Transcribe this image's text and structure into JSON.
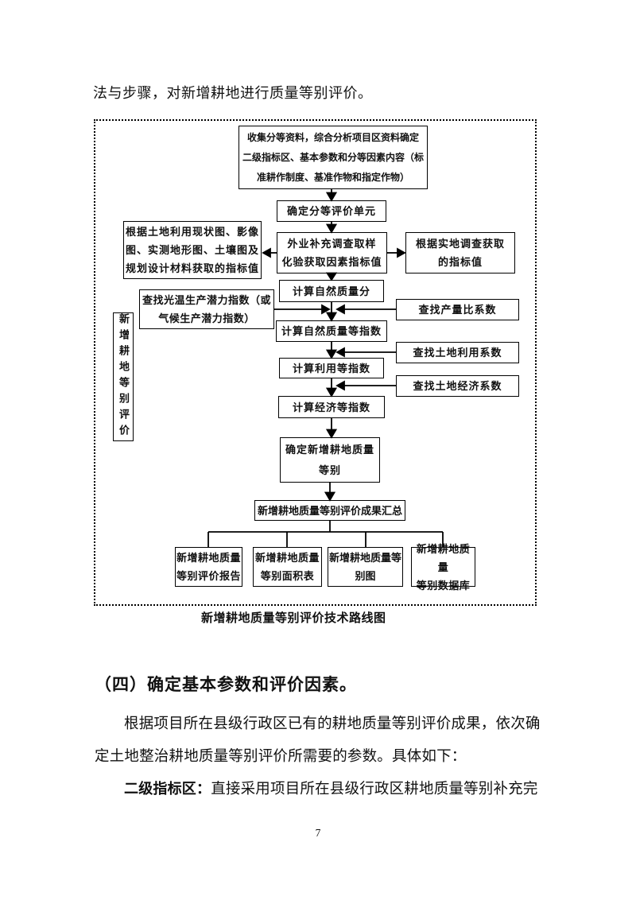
{
  "page": {
    "intro_line": "法与步骤，对新增耕地进行质量等别评价。",
    "page_number": "7"
  },
  "flowchart": {
    "caption": "新增耕地质量等别评价技术路线图",
    "side_label": "新增耕地等别评价",
    "nodes": {
      "collect": "收集分等资料，综合分析项目区资料确定\n二级指标区、基本参数和分等因素内容（标\n准耕作制度、基准作物和指定作物）",
      "unit": "确定分等评价单元",
      "materials": "根据土地利用现状图、影像\n图、实测地形图、土壤图及\n规划设计材料获取的指标值",
      "field": "外业补充调查取样\n化验获取因素指标值",
      "survey": "根据实地调查获取\n的指标值",
      "nat_score": "计算自然质量分",
      "potential": "查找光温生产潜力指数（或\n气候生产潜力指数）",
      "yield_ratio": "查找产量比系数",
      "nat_index": "计算自然质量等指数",
      "land_use": "查找土地利用系数",
      "use_index": "计算利用等指数",
      "econ_coef": "查找土地经济系数",
      "econ_index": "计算经济等指数",
      "determine": "确定新增耕地质量\n等别",
      "summary": "新增耕地质量等别评价成果汇总",
      "report": "新增耕地质量\n等别评价报告",
      "area_table": "新增耕地质量\n等别面积表",
      "grade_map": "新增耕地质量等\n别图",
      "database": "新增耕地质量\n等别数据库"
    }
  },
  "section": {
    "heading": "（四）确定基本参数和评价因素。",
    "para1_line1": "根据项目所在县级行政区已有的耕地质量等别评价成果，依次确",
    "para1_line2": "定土地整治耕地质量等别评价所需要的参数。具体如下：",
    "para2_lead": "二级指标区：",
    "para2_text": "直接采用项目所在县级行政区耕地质量等别补充完"
  }
}
